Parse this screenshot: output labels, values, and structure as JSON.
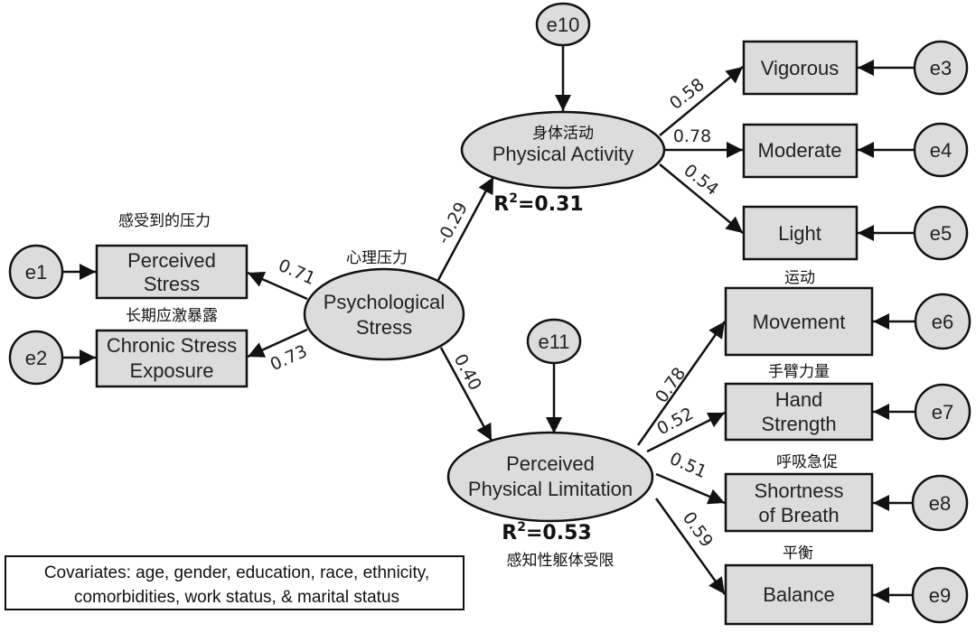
{
  "latent": {
    "stress": {
      "label_en": [
        "Psychological",
        "Stress"
      ],
      "label_cn": "心理压力"
    },
    "activity": {
      "label_en": [
        "Physical Activity"
      ],
      "label_cn": "身体活动",
      "r2": "R²=0.31",
      "r2_base": "R",
      "r2_sup": "2",
      "r2_val": "=0.31"
    },
    "limitation": {
      "label_en": [
        "Perceived",
        "Physical Limitation"
      ],
      "label_cn": "感知性躯体受限",
      "r2_base": "R",
      "r2_sup": "2",
      "r2_val": "=0.53"
    }
  },
  "indicators": {
    "perceived_stress": {
      "label_en": [
        "Perceived",
        "Stress"
      ],
      "label_cn": "感受到的压力",
      "error": "e1",
      "loading": "0.71"
    },
    "chronic_stress": {
      "label_en": [
        "Chronic Stress",
        "Exposure"
      ],
      "label_cn": "长期应激暴露",
      "error": "e2",
      "loading": "0.73"
    },
    "vigorous": {
      "label_en": [
        "Vigorous"
      ],
      "error": "e3",
      "loading": "0.58"
    },
    "moderate": {
      "label_en": [
        "Moderate"
      ],
      "error": "e4",
      "loading": "0.78"
    },
    "light": {
      "label_en": [
        "Light"
      ],
      "error": "e5",
      "loading": "0.54"
    },
    "movement": {
      "label_en": [
        "Movement"
      ],
      "label_cn": "运动",
      "error": "e6",
      "loading": "0.78"
    },
    "hand_strength": {
      "label_en": [
        "Hand",
        "Strength"
      ],
      "label_cn": "手臂力量",
      "error": "e7",
      "loading": "0.52"
    },
    "breath": {
      "label_en": [
        "Shortness",
        "of Breath"
      ],
      "label_cn": "呼吸急促",
      "error": "e8",
      "loading": "0.51"
    },
    "balance": {
      "label_en": [
        "Balance"
      ],
      "label_cn": "平衡",
      "error": "e9",
      "loading": "0.59"
    }
  },
  "disturbances": {
    "activity": "e10",
    "limitation": "e11"
  },
  "paths": {
    "stress_to_activity": "-0.29",
    "stress_to_limitation": "0.40"
  },
  "covariates": {
    "lines": [
      "Covariates: age, gender, education, race, ethnicity,",
      "comorbidities, work status, & marital status"
    ]
  }
}
